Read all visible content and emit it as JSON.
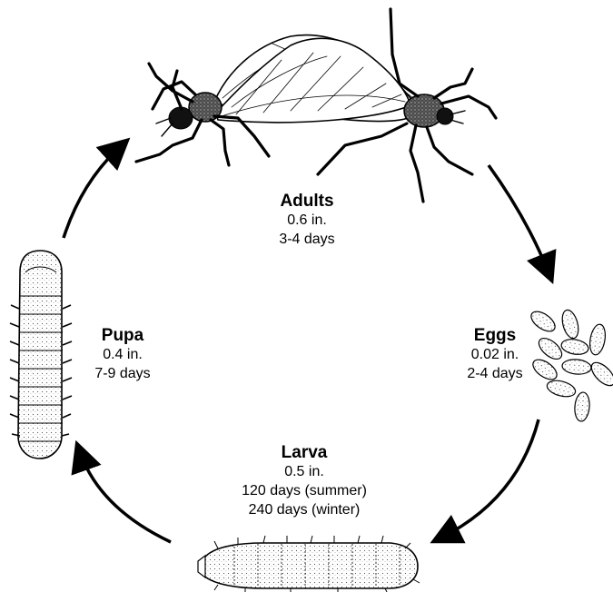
{
  "stages": {
    "adults": {
      "name": "Adults",
      "size": "0.6 in.",
      "duration": "3-4 days"
    },
    "eggs": {
      "name": "Eggs",
      "size": "0.02 in.",
      "duration": "2-4 days"
    },
    "larva": {
      "name": "Larva",
      "size": "0.5 in.",
      "duration_summer": "120 days (summer)",
      "duration_winter": "240 days (winter)"
    },
    "pupa": {
      "name": "Pupa",
      "size": "0.4 in.",
      "duration": "7-9 days"
    }
  },
  "cycle_order": [
    "adults",
    "eggs",
    "larva",
    "pupa"
  ],
  "colors": {
    "ink": "#000000",
    "background": "#ffffff",
    "stipple": "#555555"
  }
}
